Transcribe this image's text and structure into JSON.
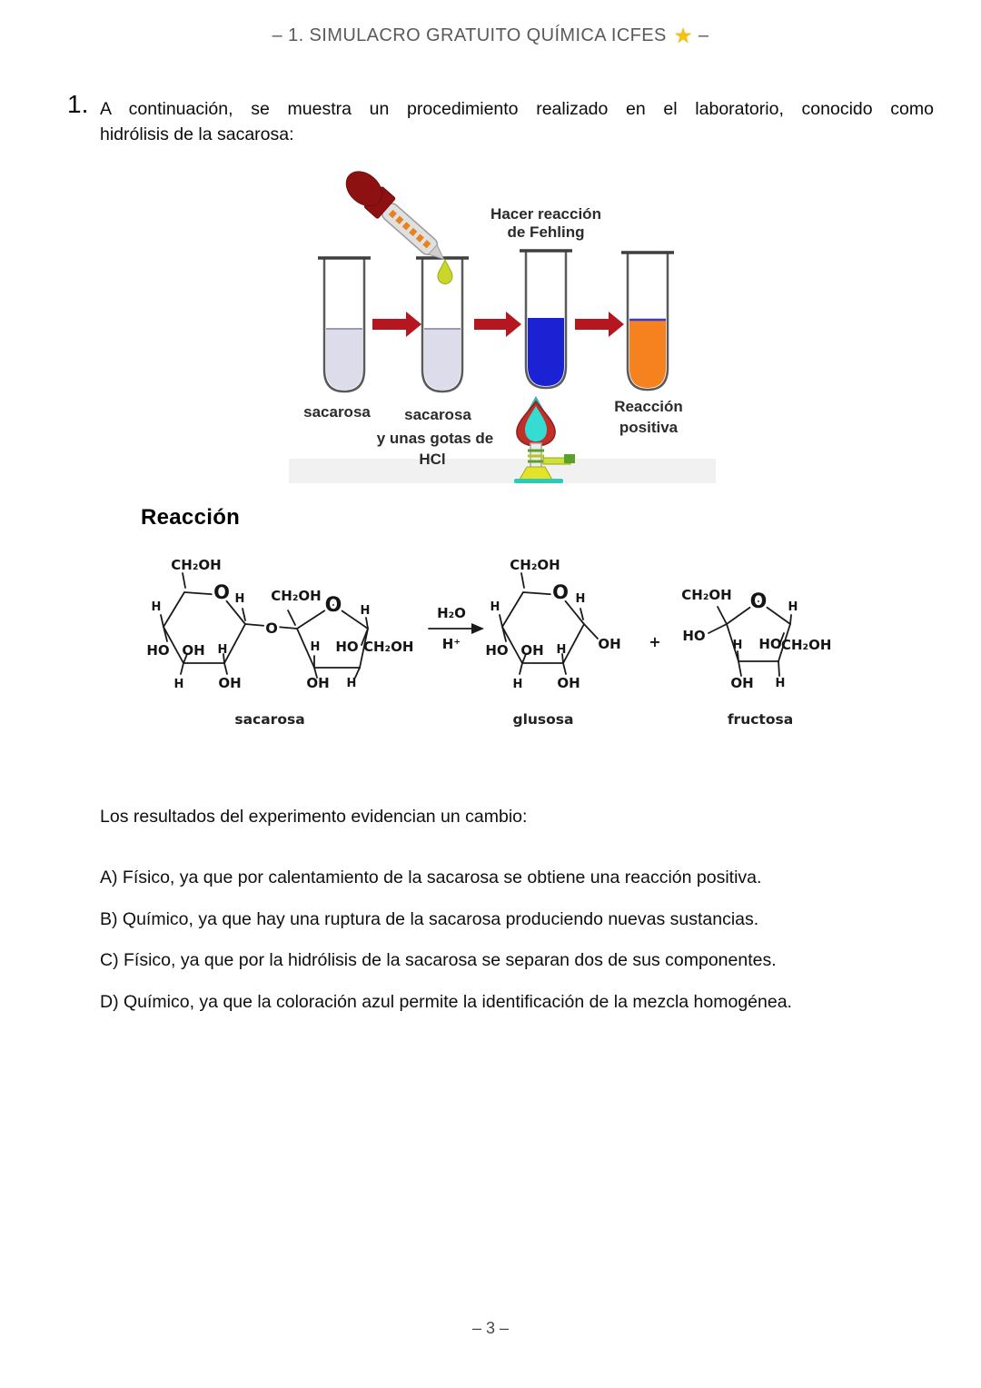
{
  "header": {
    "title": "– 1. SIMULACRO GRATUITO QUÍMICA ICFES",
    "star_icon": "★",
    "suffix": "–",
    "color": "#58595b"
  },
  "question": {
    "number": "1.",
    "text_line1": "A continuación, se muestra un procedimiento realizado en el laboratorio, conocido como",
    "text_line2": "hidrólisis de la sacarosa:"
  },
  "lab_diagram": {
    "fehling_note_line1": "Hacer reacción",
    "fehling_note_line2": "de Fehling",
    "tube1_label": "sacarosa",
    "tube2_label_line1": "sacarosa",
    "tube2_label_line2": "y unas gotas de",
    "tube2_label_line3": "HCl",
    "result_label_line1": "Reacción",
    "result_label_line2": "positiva",
    "colors": {
      "sucrose_solution_lavender": "#dcdcea",
      "fehling_blue": "#1b22d4",
      "positive_orange": "#f5821f",
      "arrow_red": "#b5161f",
      "dropper_bulb_red": "#8e1111",
      "acid_drop_green": "#c9d62b",
      "flame_cyan": "#35dcd4",
      "flame_red": "#c03028"
    }
  },
  "reaction": {
    "heading": "Reacción",
    "condition_above_arrow": "H₂O",
    "condition_below_arrow": "H⁺",
    "plus_sign": "+",
    "atoms": {
      "ch2oh": "CH₂OH",
      "ring_o": "O",
      "bridge_o": "O",
      "h": "H",
      "ho": "HO",
      "oh": "OH"
    },
    "molecule_names": {
      "sucrose": "sacarosa",
      "glucose": "glusosa",
      "fructose": "fructosa"
    }
  },
  "body": {
    "intro": "Los resultados del experimento evidencian un cambio:",
    "options": [
      "A) Físico, ya que por calentamiento de la sacarosa se obtiene una reacción positiva.",
      "B) Químico, ya que hay una ruptura de la sacarosa produciendo nuevas sustancias.",
      "C) Físico, ya que por la hidrólisis de la sacarosa se separan dos de sus componentes.",
      "D) Químico, ya que la coloración azul permite la identificación de la mezcla homogénea."
    ]
  },
  "footer": {
    "page_number": "– 3 –"
  }
}
